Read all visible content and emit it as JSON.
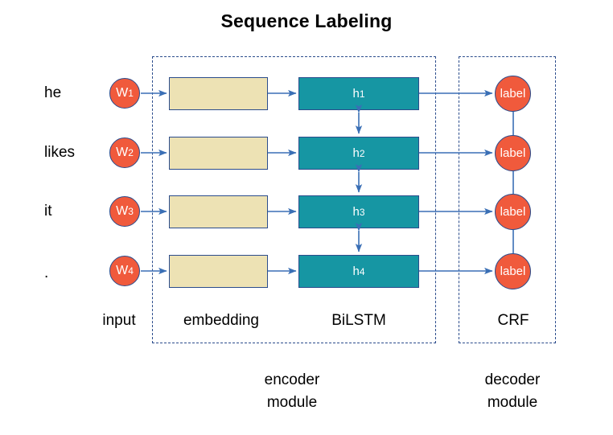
{
  "title": "Sequence Labeling",
  "colors": {
    "circle_fill": "#F05A3C",
    "embedding_fill": "#EDE2B4",
    "lstm_fill": "#1696A3",
    "border": "#2B4C8C",
    "arrow": "#3A6FB5",
    "text": "#000000",
    "background": "#FFFFFF"
  },
  "rows": [
    {
      "token": "he",
      "word_node": "W",
      "word_index": "1",
      "hidden": "h",
      "hidden_index": "1",
      "label": "label"
    },
    {
      "token": "likes",
      "word_node": "W",
      "word_index": "2",
      "hidden": "h",
      "hidden_index": "2",
      "label": "label"
    },
    {
      "token": "it",
      "word_node": "W",
      "word_index": "3",
      "hidden": "h",
      "hidden_index": "3",
      "label": "label"
    },
    {
      "token": ".",
      "word_node": "W",
      "word_index": "4",
      "hidden": "h",
      "hidden_index": "4",
      "label": "label"
    }
  ],
  "columns": {
    "input": "input",
    "embedding": "embedding",
    "bilstm": "BiLSTM",
    "crf": "CRF"
  },
  "modules": {
    "encoder_line1": "encoder",
    "encoder_line2": "module",
    "decoder_line1": "decoder",
    "decoder_line2": "module"
  }
}
